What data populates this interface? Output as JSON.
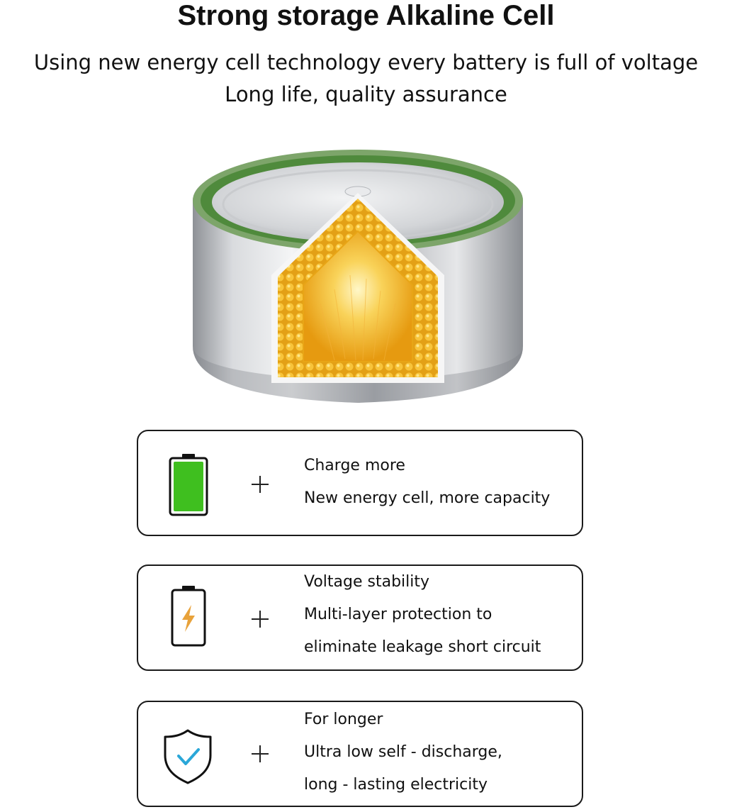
{
  "header": {
    "title": "Strong storage Alkaline Cell",
    "subtitle_line1": "Using new energy cell technology every battery is full of voltage",
    "subtitle_line2": "Long life, quality assurance"
  },
  "hero": {
    "icon": "button-cell-battery-cutaway-image",
    "colors": {
      "casing": "#b9bcc0",
      "ring": "#6fa35a",
      "core": "#f2b21e"
    }
  },
  "features": [
    {
      "icon": "full-green-battery-icon",
      "icon_color": "#3fbf1f",
      "lines": [
        "Charge more",
        "New energy cell, more capacity"
      ]
    },
    {
      "icon": "battery-lightning-icon",
      "icon_color": "#e8a23a",
      "lines": [
        "Voltage stability",
        "Multi-layer protection to",
        "eliminate leakage short circuit"
      ]
    },
    {
      "icon": "shield-check-icon",
      "icon_color": "#2aa7d8",
      "lines": [
        "For longer",
        "Ultra low self - discharge,",
        "long - lasting electricity"
      ]
    }
  ]
}
